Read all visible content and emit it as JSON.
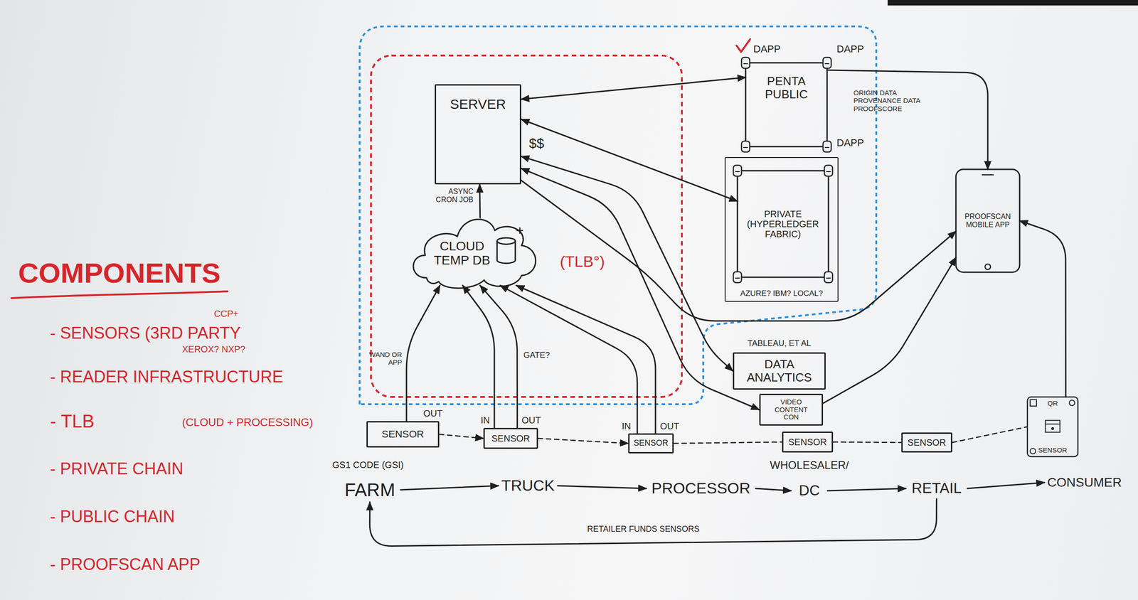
{
  "diagram": {
    "nodes": [
      {
        "text": [
          "SERVER"
        ]
      },
      {
        "text": [
          "CLOUD TEMP DB"
        ]
      },
      {
        "text": [
          "PENTA PUBLIC"
        ]
      },
      {
        "text": [
          "AZURE? IBM? LOCAL?"
        ]
      },
      {
        "text": [
          "PRIVATE (HYPERLEDGER FABRIC)"
        ],
        "in": 3
      },
      {
        "text": [
          "TABLEAU, ET AL",
          "DATA ANALYTICS"
        ]
      },
      {
        "text": [
          "VIDEO CONTENT CON"
        ]
      },
      {
        "text": [
          "PROOFSCAN MOBILE APP"
        ]
      },
      {
        "text": [
          "SENSOR"
        ]
      },
      {
        "text": [
          "SENSOR"
        ]
      },
      {
        "text": [
          "SENSOR"
        ]
      },
      {
        "text": [
          "SENSOR"
        ]
      },
      {
        "text": [
          "SENSOR"
        ]
      },
      {
        "text": [
          "QR",
          "SENSOR"
        ]
      },
      {
        "text": [
          "FARM"
        ]
      },
      {
        "text": [
          "TRUCK"
        ]
      },
      {
        "text": [
          "PROCESSOR"
        ]
      },
      {
        "text": [
          "WHOLESALER/",
          "DC"
        ]
      },
      {
        "text": [
          "RETAIL"
        ]
      },
      {
        "text": [
          "CONSUMER"
        ]
      }
    ],
    "edges": [
      {
        "from": 1,
        "to": 0,
        "arrow": "to",
        "label": "ASYNC CRON JOB"
      },
      {
        "from": 0,
        "to": 2,
        "arrow": "both"
      },
      {
        "from": 0,
        "to": 4,
        "arrow": "both"
      },
      {
        "from": 0,
        "to": 5,
        "arrow": "both"
      },
      {
        "from": 0,
        "to": 6,
        "arrow": "both"
      },
      {
        "from": 0,
        "to": 7,
        "arrow": "to"
      },
      {
        "from": 2,
        "to": 7,
        "arrow": "to",
        "label": "ORIGIN DATA PROVENANCE DATA PROOFSCORE"
      },
      {
        "from": 6,
        "to": 7,
        "arrow": "to"
      },
      {
        "from": 13,
        "to": 7,
        "arrow": "to"
      },
      {
        "from": 8,
        "to": 1,
        "arrow": "to",
        "label": "WAND OR APP"
      },
      {
        "from": 9,
        "to": 1,
        "arrow": "to"
      },
      {
        "from": 9,
        "to": 1,
        "arrow": "to",
        "label": "GATE?"
      },
      {
        "from": 10,
        "to": 1,
        "arrow": "to"
      },
      {
        "from": 10,
        "to": 1,
        "arrow": "to"
      },
      {
        "from": 8,
        "to": 9,
        "arrow": "to"
      },
      {
        "from": 9,
        "to": 10,
        "arrow": "to"
      },
      {
        "from": 10,
        "to": 11,
        "arrow": "none"
      },
      {
        "from": 11,
        "to": 12,
        "arrow": "none"
      },
      {
        "from": 12,
        "to": 13,
        "arrow": "none"
      },
      {
        "from": 14,
        "to": 15,
        "arrow": "to"
      },
      {
        "from": 15,
        "to": 16,
        "arrow": "to"
      },
      {
        "from": 16,
        "to": 17,
        "arrow": "to"
      },
      {
        "from": 17,
        "to": 18,
        "arrow": "to"
      },
      {
        "from": 18,
        "to": 19,
        "arrow": "to"
      },
      {
        "from": 18,
        "to": 14,
        "arrow": "to",
        "label": "RETAILER FUNDS SENSORS"
      }
    ],
    "labels": [
      "COMPONENTS",
      "- SENSORS (3RD PARTY",
      "CCP+",
      "XEROX? NXP?",
      "- READER INFRASTRUCTURE",
      "- TLB",
      "(CLOUD + PROCESSING)",
      "- PRIVATE CHAIN",
      "- PUBLIC CHAIN",
      "- PROOFSCAN APP",
      "(TLB°)",
      "$$",
      "DAPP",
      "DAPP",
      "DAPP",
      "OUT",
      "IN",
      "OUT",
      "IN",
      "OUT",
      "GS1 CODE (GSI)"
    ]
  }
}
